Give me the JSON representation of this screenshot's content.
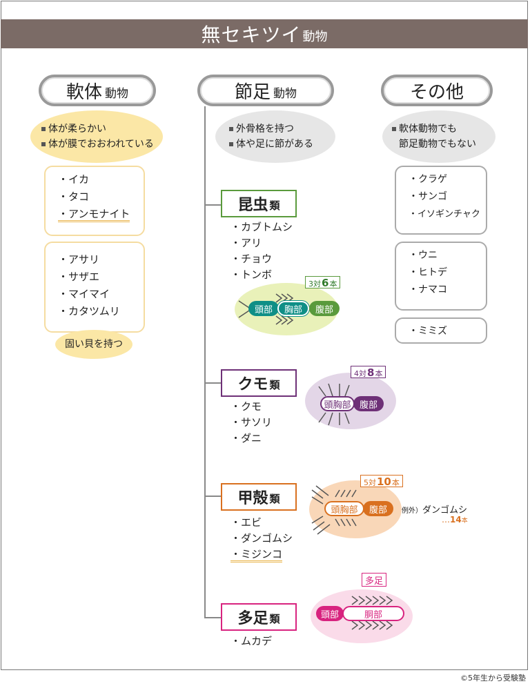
{
  "title": {
    "main": "無セキツイ",
    "sub": "動物"
  },
  "mollusk": {
    "heading_main": "軟体",
    "heading_sub": "動物",
    "features": [
      "体が柔らかい",
      "体が膜でおおわれている"
    ],
    "group1": [
      "・イカ",
      "・タコ",
      "・アンモナイト"
    ],
    "group2": [
      "・アサリ",
      "・サザエ",
      "・マイマイ",
      "・カタツムリ"
    ],
    "note": "固い貝を持つ"
  },
  "arthropod": {
    "heading_main": "節足",
    "heading_sub": "動物",
    "features": [
      "外骨格を持つ",
      "体や足に節がある"
    ],
    "insect": {
      "name_main": "昆虫",
      "name_sub": "類",
      "examples": [
        "・カブトムシ",
        "・アリ",
        "・チョウ",
        "・トンボ"
      ],
      "segments": [
        "頭部",
        "胸部",
        "腹部"
      ],
      "legs_pre": "3対",
      "legs_num": "6",
      "legs_unit": "本"
    },
    "spider": {
      "name_main": "クモ",
      "name_sub": "類",
      "examples": [
        "・クモ",
        "・サソリ",
        "・ダニ"
      ],
      "segments": [
        "頭胸部",
        "腹部"
      ],
      "legs_pre": "4対",
      "legs_num": "8",
      "legs_unit": "本"
    },
    "crustacean": {
      "name_main": "甲殻",
      "name_sub": "類",
      "examples": [
        "・エビ",
        "・ダンゴムシ",
        "・ミジンコ"
      ],
      "segments": [
        "頭胸部",
        "腹部"
      ],
      "legs_pre": "5対",
      "legs_num": "10",
      "legs_unit": "本",
      "exception_label": "例外）",
      "exception_name": "ダンゴムシ",
      "exception_value_prefix": "…",
      "exception_value": "14",
      "exception_unit": "本"
    },
    "myriapod": {
      "name_main": "多足",
      "name_sub": "類",
      "examples": [
        "・ムカデ"
      ],
      "segments": [
        "頭部",
        "胴部"
      ],
      "legs_label": "多足"
    }
  },
  "other": {
    "heading": "その他",
    "features": [
      "軟体動物でも",
      "節足動物でもない"
    ],
    "group1": [
      "・クラゲ",
      "・サンゴ",
      "・イソギンチャク"
    ],
    "group2": [
      "・ウニ",
      "・ヒトデ",
      "・ナマコ"
    ],
    "group3": [
      "・ミミズ"
    ]
  },
  "colors": {
    "title_bg": "#7b6b66",
    "insect": "#5a9a3c",
    "spider": "#6e3077",
    "crustacean": "#d9701f",
    "myriapod": "#d8237f",
    "mollusk_fill": "#fbe7a6"
  },
  "copyright": "©5年生から受験塾"
}
